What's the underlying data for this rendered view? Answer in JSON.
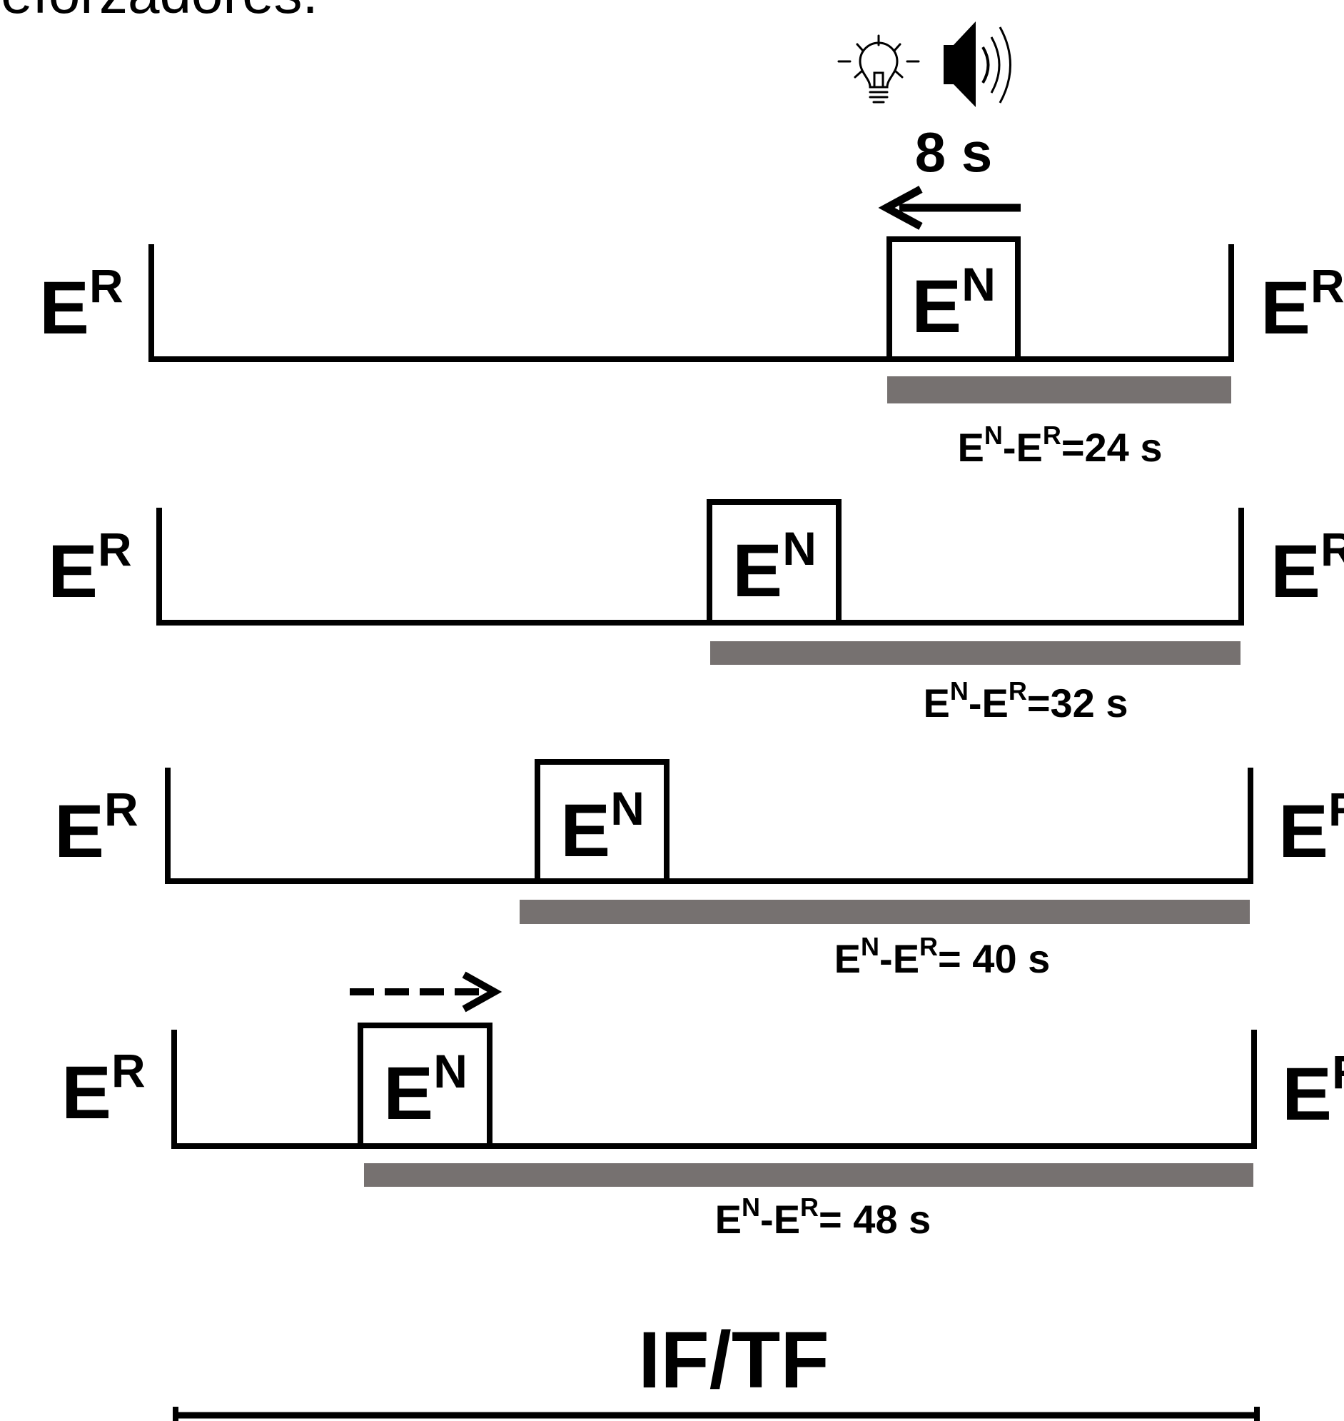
{
  "heading_fragment": ": reforzadores.",
  "stimulus": {
    "icons": [
      "lightbulb-icon",
      "speaker-icon"
    ],
    "duration_label": "8 s"
  },
  "trials": [
    {
      "left_label": {
        "base": "E",
        "sup": "R"
      },
      "right_label": {
        "base": "E",
        "sup": "R"
      },
      "box_label": {
        "base": "E",
        "sup": "N"
      },
      "interval_label": {
        "a": "E",
        "a_sup": "N",
        "dash": "-",
        "b": "E",
        "b_sup": "R",
        "value": "=24 s"
      },
      "interval_s": 24,
      "shift_arrow": "solid-left"
    },
    {
      "left_label": {
        "base": "E",
        "sup": "R"
      },
      "right_label": {
        "base": "E",
        "sup": "R"
      },
      "box_label": {
        "base": "E",
        "sup": "N"
      },
      "interval_label": {
        "a": "E",
        "a_sup": "N",
        "dash": "-",
        "b": "E",
        "b_sup": "R",
        "value": "=32 s"
      },
      "interval_s": 32,
      "shift_arrow": "none"
    },
    {
      "left_label": {
        "base": "E",
        "sup": "R"
      },
      "right_label": {
        "base": "E",
        "sup": "R"
      },
      "box_label": {
        "base": "E",
        "sup": "N"
      },
      "interval_label": {
        "a": "E",
        "a_sup": "N",
        "dash": "-",
        "b": "E",
        "b_sup": "R",
        "value": "= 40 s"
      },
      "interval_s": 40,
      "shift_arrow": "none"
    },
    {
      "left_label": {
        "base": "E",
        "sup": "R"
      },
      "right_label": {
        "base": "E",
        "sup": "R"
      },
      "box_label": {
        "base": "E",
        "sup": "N"
      },
      "interval_label": {
        "a": "E",
        "a_sup": "N",
        "dash": "-",
        "b": "E",
        "b_sup": "R",
        "value": "= 48 s"
      },
      "interval_s": 48,
      "shift_arrow": "dashed-right"
    }
  ],
  "bottom_label": "IF/TF",
  "colors": {
    "line": "#000000",
    "interval_bar": "#767170",
    "background": "#ffffff"
  }
}
